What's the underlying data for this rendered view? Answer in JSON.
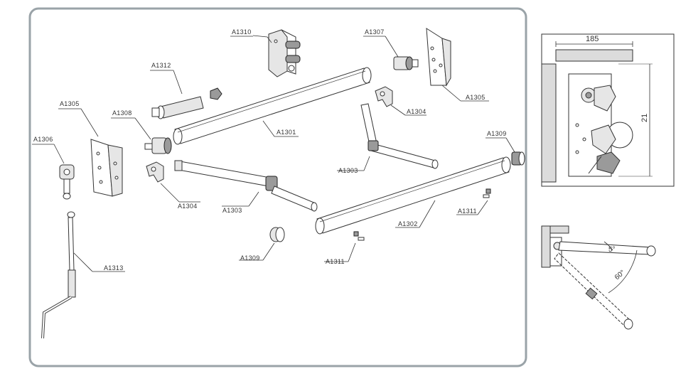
{
  "colors": {
    "frame": "#9aa3a8",
    "line": "#333333",
    "wall_fill": "#dcdcdc",
    "part_fill": "#e6e6e6"
  },
  "parts": {
    "a1310": "A1310",
    "a1307": "A1307",
    "a1305_top": "A1305",
    "a1312": "A1312",
    "a1305_left": "A1305",
    "a1308": "A1308",
    "a1301": "A1301",
    "a1304_right": "A1304",
    "a1306": "A1306",
    "a1309_right": "A1309",
    "a1303_right": "A1303",
    "a1304_left": "A1304",
    "a1303_left": "A1303",
    "a1311_right": "A1311",
    "a1302": "A1302",
    "a1309_bottom": "A1309",
    "a1311_bottom": "A1311",
    "a1313": "A1313"
  },
  "dimensions": {
    "width": "185",
    "height": "21",
    "angle_small": "5°",
    "angle_large": "60°"
  }
}
